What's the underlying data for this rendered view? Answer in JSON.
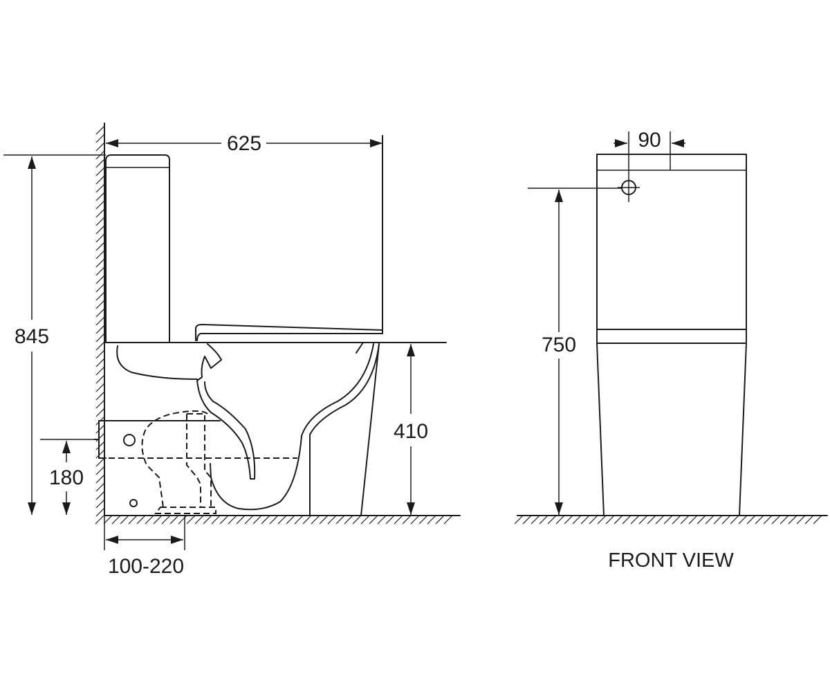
{
  "side_view": {
    "dimensions": {
      "depth": "625",
      "total_height": "845",
      "seat_height": "410",
      "outlet_height": "180",
      "outlet_distance": "100-220"
    }
  },
  "front_view": {
    "title": "FRONT VIEW",
    "dimensions": {
      "button_offset": "90",
      "button_height": "750"
    }
  },
  "colors": {
    "line": "#1a1a1a",
    "background": "#ffffff"
  }
}
